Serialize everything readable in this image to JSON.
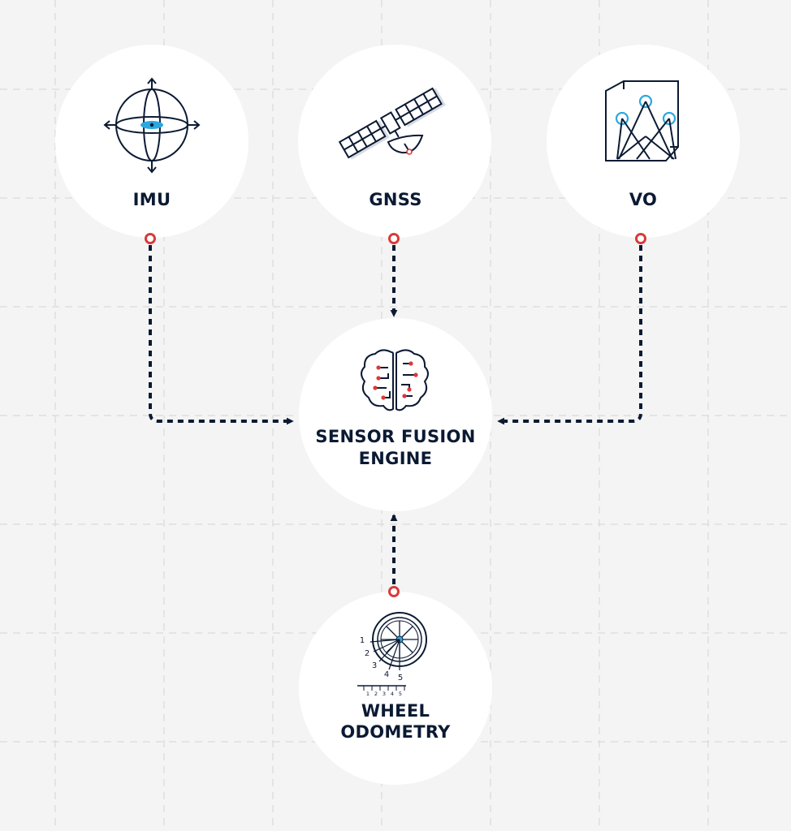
{
  "nodes": {
    "imu": {
      "label": "IMU"
    },
    "gnss": {
      "label": "GNSS"
    },
    "vo": {
      "label": "VO"
    },
    "fusion": {
      "label_line1": "SENSOR FUSION",
      "label_line2": "ENGINE"
    },
    "odometry": {
      "label_line1": "WHEEL",
      "label_line2": "ODOMETRY"
    }
  },
  "odometry_icon": {
    "wheel_numbers": [
      "1",
      "2",
      "3",
      "4",
      "5"
    ],
    "ruler_numbers": [
      "1",
      "2",
      "3",
      "4",
      "5"
    ]
  },
  "colors": {
    "background": "#f4f4f4",
    "grid": "#d9d9d9",
    "node_fill": "#ffffff",
    "ink": "#0b1a33",
    "accent_red": "#d93a3a",
    "accent_blue": "#2aa8e0"
  },
  "connections": [
    {
      "from": "imu",
      "to": "fusion"
    },
    {
      "from": "gnss",
      "to": "fusion"
    },
    {
      "from": "vo",
      "to": "fusion"
    },
    {
      "from": "odometry",
      "to": "fusion"
    }
  ]
}
